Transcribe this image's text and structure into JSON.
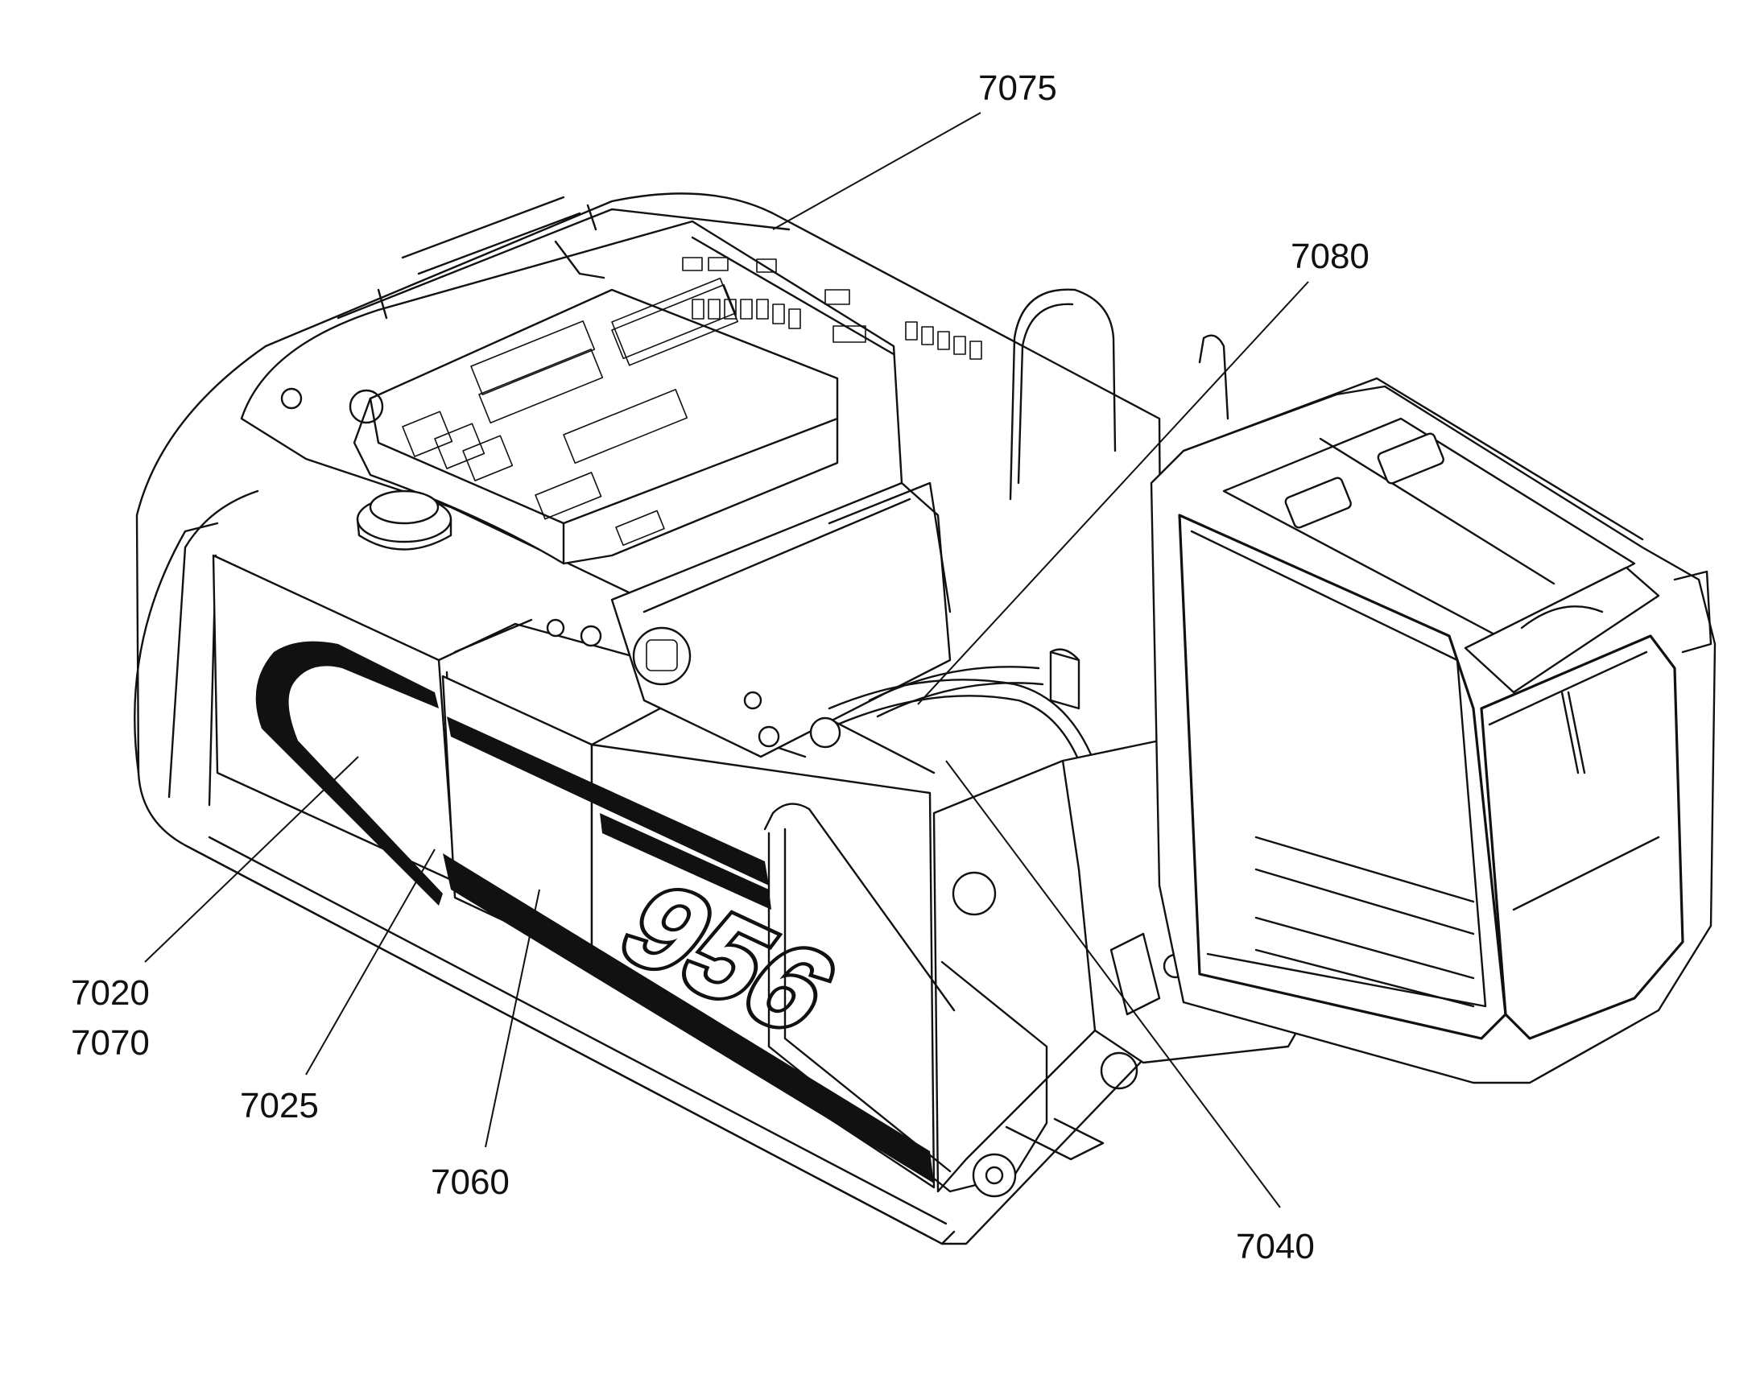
{
  "diagram": {
    "decal_number": "956",
    "callouts": [
      {
        "id": "c7075",
        "text": "7075"
      },
      {
        "id": "c7080",
        "text": "7080"
      },
      {
        "id": "c7020",
        "text": "7020"
      },
      {
        "id": "c7070",
        "text": "7070"
      },
      {
        "id": "c7025",
        "text": "7025"
      },
      {
        "id": "c7060",
        "text": "7060"
      },
      {
        "id": "c7040",
        "text": "7040"
      }
    ]
  }
}
